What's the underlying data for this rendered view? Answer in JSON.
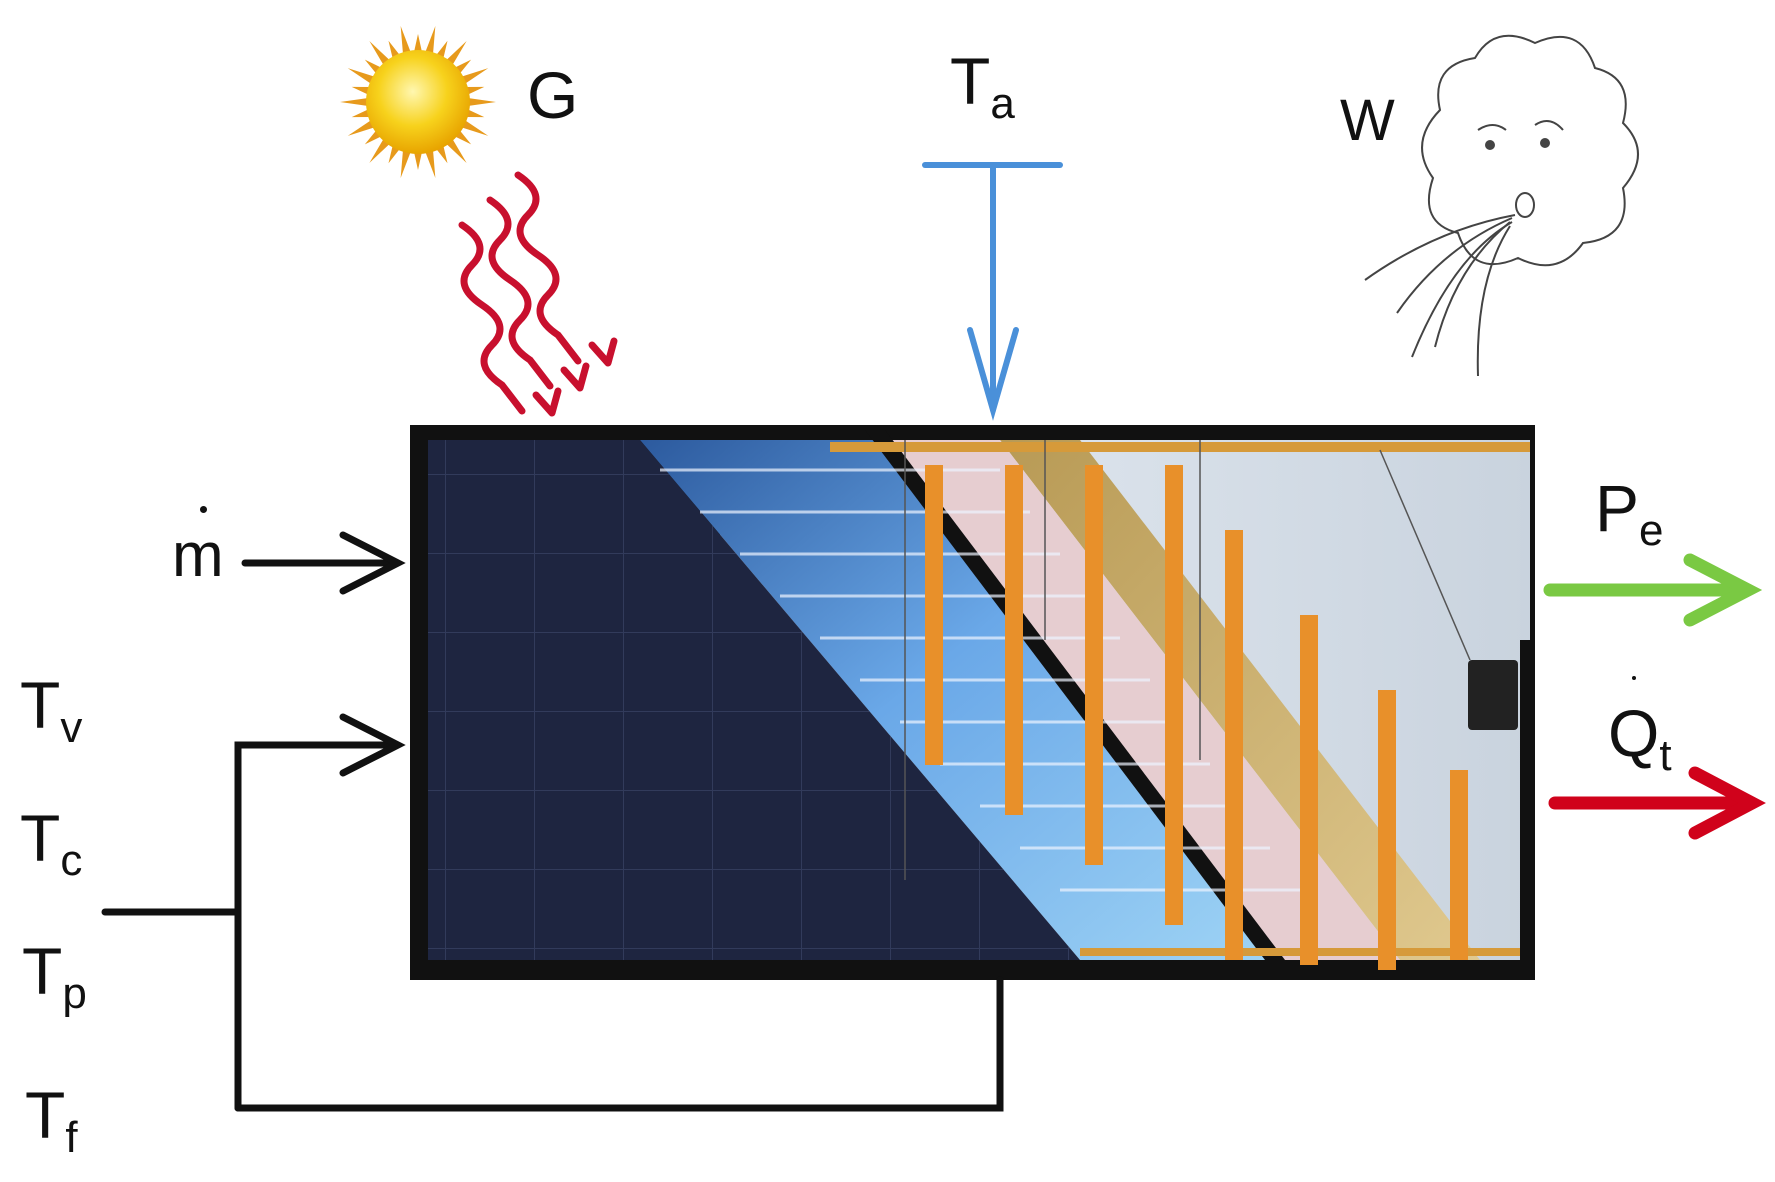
{
  "labels": {
    "irradiance": "G",
    "ambient": {
      "main": "T",
      "sub": "a"
    },
    "wind": "W",
    "mass_flow": "m",
    "t_v": {
      "main": "T",
      "sub": "v"
    },
    "t_c": {
      "main": "T",
      "sub": "c"
    },
    "t_p": {
      "main": "T",
      "sub": "p"
    },
    "t_f": {
      "main": "T",
      "sub": "f"
    },
    "electric_power": {
      "main": "P",
      "sub": "e"
    },
    "thermal_power": {
      "main": "Q",
      "sub": "t"
    }
  },
  "colors": {
    "ambient_arrow": "#4a90d9",
    "electric_arrow": "#7ac943",
    "thermal_arrow": "#d0021b",
    "radiation": "#c8102e",
    "sun": "#f5c400",
    "fins": "#e8902a",
    "panel_dark": "#1e2540"
  },
  "icons": [
    "sun-icon",
    "radiation-waves-icon",
    "wind-cloud-icon",
    "junction-box-icon"
  ]
}
